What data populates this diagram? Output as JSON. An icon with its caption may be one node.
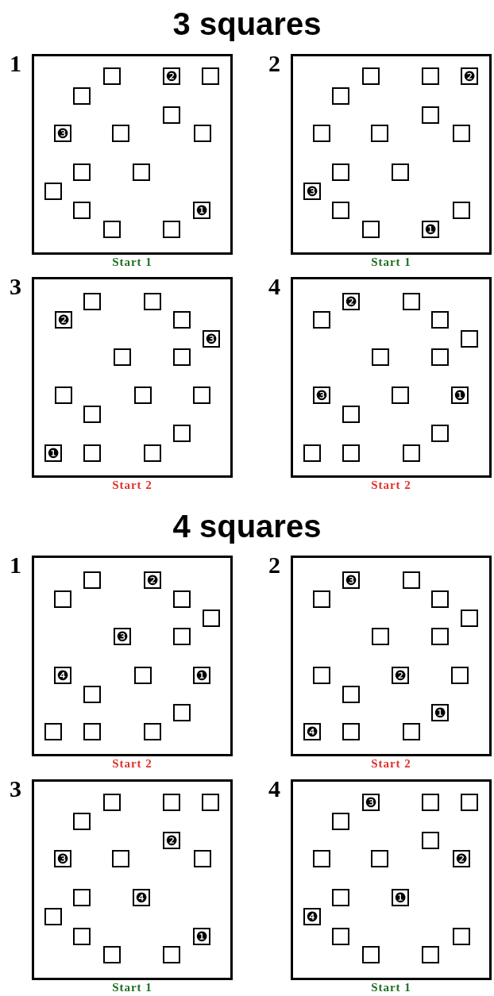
{
  "diagram": {
    "nodes": [
      {
        "text": [
          "1"
        ],
        "beside": [
          "Start 1"
        ]
      },
      {
        "text": [],
        "shape": "box",
        "in": 0
      },
      {
        "text": [
          "❷"
        ],
        "in": 0
      },
      {
        "text": [],
        "shape": "box",
        "in": 0
      },
      {
        "text": [],
        "shape": "box",
        "in": 0
      },
      {
        "text": [],
        "shape": "box",
        "in": 0
      },
      {
        "text": [
          "❸"
        ],
        "in": 0
      },
      {
        "text": [],
        "shape": "box",
        "in": 0
      },
      {
        "text": [],
        "shape": "box",
        "in": 0
      },
      {
        "text": [],
        "shape": "box",
        "in": 0
      },
      {
        "text": [],
        "shape": "box",
        "in": 0
      },
      {
        "text": [],
        "shape": "box",
        "in": 0
      },
      {
        "text": [],
        "shape": "box",
        "in": 0
      },
      {
        "text": [
          "❶"
        ],
        "in": 0
      },
      {
        "text": [],
        "shape": "box",
        "in": 0
      },
      {
        "text": [],
        "shape": "box",
        "in": 0
      },
      {
        "text": [
          "2"
        ],
        "beside": [
          "Start 1"
        ]
      },
      {
        "text": [],
        "shape": "box",
        "in": 16
      },
      {
        "text": [],
        "shape": "box",
        "in": 16
      },
      {
        "text": [
          "❷"
        ],
        "in": 16
      },
      {
        "text": [],
        "shape": "box",
        "in": 16
      },
      {
        "text": [],
        "shape": "box",
        "in": 16
      },
      {
        "text": [],
        "shape": "box",
        "in": 16
      },
      {
        "text": [],
        "shape": "box",
        "in": 16
      },
      {
        "text": [],
        "shape": "box",
        "in": 16
      },
      {
        "text": [],
        "shape": "box",
        "in": 16
      },
      {
        "text": [],
        "shape": "box",
        "in": 16
      },
      {
        "text": [
          "❸"
        ],
        "in": 16
      },
      {
        "text": [],
        "shape": "box",
        "in": 16
      },
      {
        "text": [],
        "shape": "box",
        "in": 16
      },
      {
        "text": [],
        "shape": "box",
        "in": 16
      },
      {
        "text": [
          "❶"
        ],
        "in": 16
      },
      {
        "text": [
          "3"
        ],
        "beside": [
          "Start 2"
        ]
      },
      {
        "text": [],
        "shape": "box",
        "in": 32
      },
      {
        "text": [],
        "shape": "box",
        "in": 32
      },
      {
        "text": [
          "❷"
        ],
        "in": 32
      },
      {
        "text": [],
        "shape": "box",
        "in": 32
      },
      {
        "text": [
          "❸"
        ],
        "in": 32
      },
      {
        "text": [],
        "shape": "box",
        "in": 32
      },
      {
        "text": [],
        "shape": "box",
        "in": 32
      },
      {
        "text": [],
        "shape": "box",
        "in": 32
      },
      {
        "text": [],
        "shape": "box",
        "in": 32
      },
      {
        "text": [],
        "shape": "box",
        "in": 32
      },
      {
        "text": [],
        "shape": "box",
        "in": 32
      },
      {
        "text": [],
        "shape": "box",
        "in": 32
      },
      {
        "text": [
          "❶"
        ],
        "in": 32
      },
      {
        "text": [],
        "shape": "box",
        "in": 32
      },
      {
        "text": [],
        "shape": "box",
        "in": 32
      },
      {
        "text": [
          "4"
        ],
        "beside": [
          "Start 2"
        ]
      },
      {
        "text": [
          "❷"
        ],
        "in": 48
      },
      {
        "text": [],
        "shape": "box",
        "in": 48
      },
      {
        "text": [],
        "shape": "box",
        "in": 48
      },
      {
        "text": [],
        "shape": "box",
        "in": 48
      },
      {
        "text": [],
        "shape": "box",
        "in": 48
      },
      {
        "text": [],
        "shape": "box",
        "in": 48
      },
      {
        "text": [],
        "shape": "box",
        "in": 48
      },
      {
        "text": [
          "❸"
        ],
        "in": 48
      },
      {
        "text": [],
        "shape": "box",
        "in": 48
      },
      {
        "text": [
          "❶"
        ],
        "in": 48
      },
      {
        "text": [],
        "shape": "box",
        "in": 48
      },
      {
        "text": [],
        "shape": "box",
        "in": 48
      },
      {
        "text": [],
        "shape": "box",
        "in": 48
      },
      {
        "text": [],
        "shape": "box",
        "in": 48
      },
      {
        "text": [],
        "shape": "box",
        "in": 48
      },
      {
        "text": [
          "1"
        ],
        "beside": [
          "Start 2"
        ]
      },
      {
        "text": [],
        "shape": "box",
        "in": 64
      },
      {
        "text": [
          "❷"
        ],
        "in": 64
      },
      {
        "text": [],
        "shape": "box",
        "in": 64
      },
      {
        "text": [],
        "shape": "box",
        "in": 64
      },
      {
        "text": [],
        "shape": "box",
        "in": 64
      },
      {
        "text": [
          "❸"
        ],
        "in": 64
      },
      {
        "text": [],
        "shape": "box",
        "in": 64
      },
      {
        "text": [
          "❹"
        ],
        "in": 64
      },
      {
        "text": [],
        "shape": "box",
        "in": 64
      },
      {
        "text": [
          "❶"
        ],
        "in": 64
      },
      {
        "text": [],
        "shape": "box",
        "in": 64
      },
      {
        "text": [],
        "shape": "box",
        "in": 64
      },
      {
        "text": [],
        "shape": "box",
        "in": 64
      },
      {
        "text": [],
        "shape": "box",
        "in": 64
      },
      {
        "text": [],
        "shape": "box",
        "in": 64
      },
      {
        "text": [
          "2"
        ],
        "beside": [
          "Start 2"
        ]
      },
      {
        "text": [
          "❸"
        ],
        "in": 80
      },
      {
        "text": [],
        "shape": "box",
        "in": 80
      },
      {
        "text": [],
        "shape": "box",
        "in": 80
      },
      {
        "text": [],
        "shape": "box",
        "in": 80
      },
      {
        "text": [],
        "shape": "box",
        "in": 80
      },
      {
        "text": [],
        "shape": "box",
        "in": 80
      },
      {
        "text": [],
        "shape": "box",
        "in": 80
      },
      {
        "text": [],
        "shape": "box",
        "in": 80
      },
      {
        "text": [
          "❷"
        ],
        "in": 80
      },
      {
        "text": [],
        "shape": "box",
        "in": 80
      },
      {
        "text": [],
        "shape": "box",
        "in": 80
      },
      {
        "text": [
          "❶"
        ],
        "in": 80
      },
      {
        "text": [
          "❹"
        ],
        "in": 80
      },
      {
        "text": [],
        "shape": "box",
        "in": 80
      },
      {
        "text": [],
        "shape": "box",
        "in": 80
      },
      {
        "text": [
          "3"
        ],
        "beside": [
          "Start 1"
        ]
      },
      {
        "text": [],
        "shape": "box",
        "in": 96
      },
      {
        "text": [],
        "shape": "box",
        "in": 96
      },
      {
        "text": [],
        "shape": "box",
        "in": 96
      },
      {
        "text": [],
        "shape": "box",
        "in": 96
      },
      {
        "text": [
          "❷"
        ],
        "in": 96
      },
      {
        "text": [
          "❸"
        ],
        "in": 96
      },
      {
        "text": [],
        "shape": "box",
        "in": 96
      },
      {
        "text": [],
        "shape": "box",
        "in": 96
      },
      {
        "text": [],
        "shape": "box",
        "in": 96
      },
      {
        "text": [
          "❹"
        ],
        "in": 96
      },
      {
        "text": [],
        "shape": "box",
        "in": 96
      },
      {
        "text": [],
        "shape": "box",
        "in": 96
      },
      {
        "text": [
          "❶"
        ],
        "in": 96
      },
      {
        "text": [],
        "shape": "box",
        "in": 96
      },
      {
        "text": [],
        "shape": "box",
        "in": 96
      },
      {
        "text": [
          "4"
        ],
        "beside": [
          "Start 1"
        ]
      },
      {
        "text": [
          "❸"
        ],
        "in": 112
      },
      {
        "text": [],
        "shape": "box",
        "in": 112
      },
      {
        "text": [],
        "shape": "box",
        "in": 112
      },
      {
        "text": [],
        "shape": "box",
        "in": 112
      },
      {
        "text": [],
        "shape": "box",
        "in": 112
      },
      {
        "text": [],
        "shape": "box",
        "in": 112
      },
      {
        "text": [],
        "shape": "box",
        "in": 112
      },
      {
        "text": [
          "❷"
        ],
        "in": 112
      },
      {
        "text": [],
        "shape": "box",
        "in": 112
      },
      {
        "text": [
          "❶"
        ],
        "in": 112
      },
      {
        "text": [
          "❹"
        ],
        "in": 112
      },
      {
        "text": [],
        "shape": "box",
        "in": 112
      },
      {
        "text": [],
        "shape": "box",
        "in": 112
      },
      {
        "text": [],
        "shape": "box",
        "in": 112
      },
      {
        "text": [],
        "shape": "box",
        "in": 112
      }
    ],
    "labels": [
      "3 squares",
      "4 squares"
    ]
  }
}
